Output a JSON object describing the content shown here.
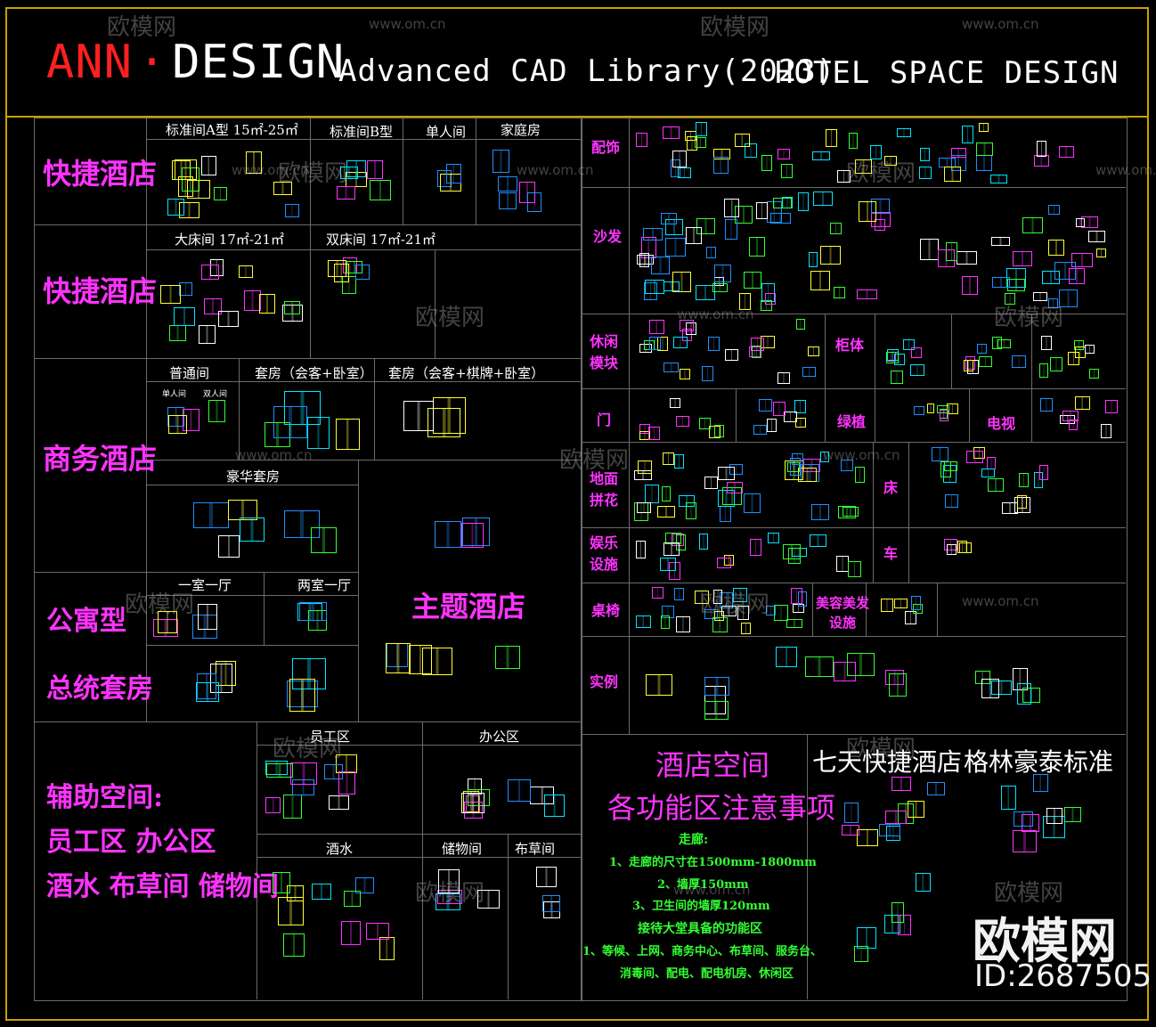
{
  "header": {
    "brand_a": "ANN",
    "brand_dot": "·",
    "brand_b": "DESIGN",
    "subtitle": "Advanced CAD Library(2023)",
    "subtitle2": "HOTEL SPACE DESIGN"
  },
  "left": {
    "express1": "快捷酒店",
    "express2": "快捷酒店",
    "business": "商务酒店",
    "apartment": "公寓型",
    "president": "总统套房",
    "theme": "主题酒店",
    "aux": [
      "辅助空间:",
      "员工区 办公区",
      "酒水 布草间 储物间"
    ],
    "cols": {
      "std_a": "标准间A型 15㎡-25㎡",
      "std_b": "标准间B型",
      "single": "单人间",
      "family": "家庭房",
      "big_bed": "大床间 17㎡-21㎡",
      "double_bed": "双床间 17㎡-21㎡",
      "normal": "普通间",
      "suite1": "套房（会客+卧室）",
      "suite2": "套房（会客+棋牌+卧室）",
      "single_small": "单人间",
      "double_small": "双人间",
      "luxury": "豪华套房",
      "one_room": "一室一厅",
      "two_room": "两室一厅",
      "staff": "员工区",
      "office": "办公区",
      "bar": "酒水",
      "storage": "储物间",
      "linen": "布草间"
    }
  },
  "right": {
    "rows": [
      "配饰",
      "沙发",
      "休闲\n模块",
      "门",
      "地面\n拼花",
      "娱乐\n设施",
      "桌椅",
      "实例"
    ],
    "cabinet": "柜体",
    "green": "绿植",
    "tv": "电视",
    "bed": "床",
    "car": "车",
    "beauty": "美容美发\n设施",
    "notes_title": [
      "酒店空间",
      "各功能区注意事项"
    ],
    "notes": [
      "走廊:",
      "1、走廊的尺寸在1500mm-1800mm",
      "2、墙厚150mm",
      "3、卫生间的墙厚120mm",
      "接待大堂具备的功能区",
      "1、等候、上网、商务中心、布草间、服务台、",
      "消毒间、配电、配电机房、休闲区"
    ],
    "seven_days": "七天快捷酒店",
    "greentree": "格林豪泰标准"
  },
  "watermark": {
    "site": "www.om.cn",
    "cn": "欧模网",
    "logo": "欧模网",
    "id": "ID:2687505"
  },
  "colors": {
    "frame": "#c8a000",
    "grid": "#6b6b6b",
    "magenta": "#ff33ff",
    "red": "#ff2020",
    "cad_blue": "#1e90ff",
    "cad_cyan": "#00e5ff",
    "cad_yellow": "#ffff33",
    "cad_green": "#33ff33"
  }
}
